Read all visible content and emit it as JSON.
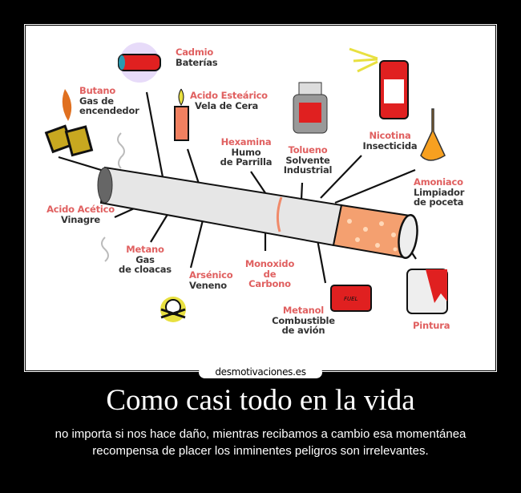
{
  "poster": {
    "title": "Como casi todo en la vida",
    "subtitle": "no importa si nos hace daño, mientras recibamos a cambio esa momentánea recompensa de placer los inminentes peligros son irrelevantes.",
    "watermark": "desmotivaciones.es"
  },
  "diagram": {
    "labels": [
      {
        "chem": "Cadmio",
        "use": [
          "Baterías"
        ]
      },
      {
        "chem": "Butano",
        "use": [
          "Gas de",
          "encendedor"
        ]
      },
      {
        "chem": "Acido Esteárico",
        "use": [
          "Vela de Cera"
        ]
      },
      {
        "chem": "Hexamina",
        "use": [
          "Humo",
          "de Parrilla"
        ]
      },
      {
        "chem": "Tolueno",
        "use": [
          "Solvente",
          "Industrial"
        ]
      },
      {
        "chem": "Nicotina",
        "use": [
          "Insecticida"
        ]
      },
      {
        "chem": "Amoniaco",
        "use": [
          "Limpiador",
          "de poceta"
        ]
      },
      {
        "chem": "Acido Acético",
        "use": [
          "Vinagre"
        ]
      },
      {
        "chem": "Metano",
        "use": [
          "Gas",
          "de cloacas"
        ]
      },
      {
        "chem": "Arsénico",
        "use": [
          "Veneno"
        ]
      },
      {
        "chem": "Monoxido",
        "chem2": "de",
        "chem3": "Carbono",
        "use": []
      },
      {
        "chem": "Metanol",
        "use": [
          "Combustible",
          "de avión"
        ]
      },
      {
        "chem": "Pintura",
        "use": []
      }
    ],
    "icons": [
      "battery-icon",
      "lighter-icon",
      "candle-icon",
      "solvent-bottle-icon",
      "bug-spray-icon",
      "flask-icon",
      "skull-icon",
      "fuel-can-icon",
      "paint-can-icon",
      "smoke-icon"
    ],
    "fuel_can_text": "FUEL",
    "colors": {
      "chemical": "#e06060",
      "use": "#333333",
      "filter": "#f4a070"
    }
  }
}
